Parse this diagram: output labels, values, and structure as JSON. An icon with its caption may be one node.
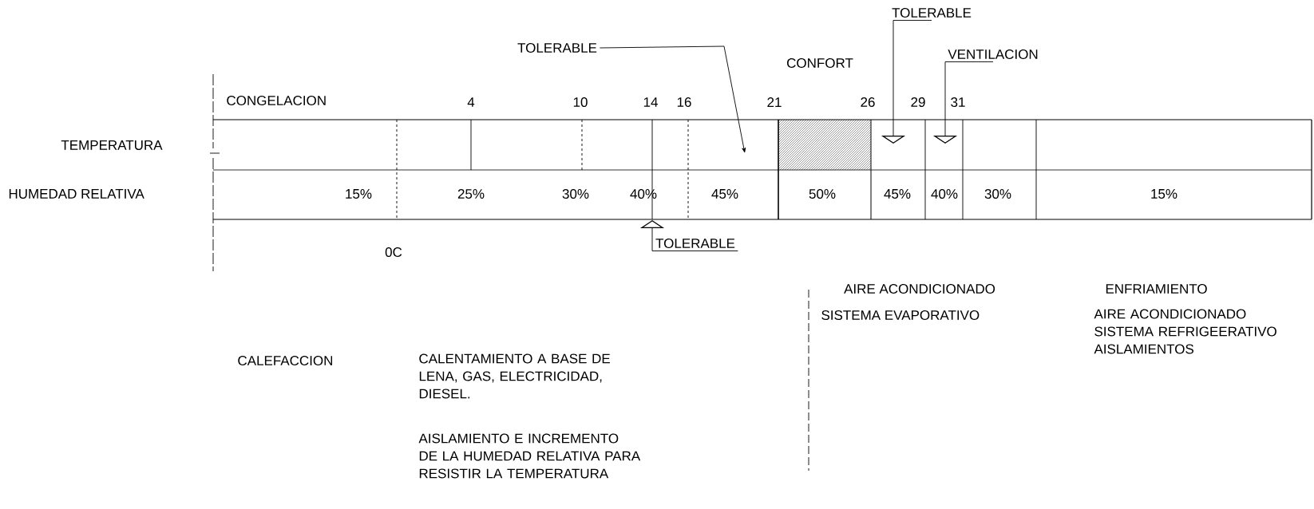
{
  "diagram": {
    "nodes": [
      {
        "text": [
          "TOLERABLE"
        ]
      },
      {
        "text": [
          "TOLERABLE"
        ]
      },
      {
        "text": [
          "VENTILACION"
        ]
      },
      {
        "text": [
          "TOLERABLE"
        ]
      }
    ],
    "edges": [
      {
        "from": 0,
        "to": null,
        "arrow": "to"
      },
      {
        "from": 1,
        "to": null,
        "arrow": "to"
      },
      {
        "from": 2,
        "to": null,
        "arrow": "to"
      },
      {
        "from": 3,
        "to": null,
        "arrow": "to"
      }
    ],
    "labels": [
      "CONFORT",
      "CONGELACION",
      "4",
      "10",
      "14",
      "16",
      "21",
      "26",
      "29",
      "31",
      "TEMPERATURA",
      "HUMEDAD RELATIVA",
      "15%",
      "25%",
      "30%",
      "40%",
      "45%",
      "50%",
      "45%",
      "40%",
      "30%",
      "15%",
      "0C",
      "AIRE ACONDICIONADO",
      "ENFRIAMIENTO",
      "SISTEMA EVAPORATIVO",
      "AIRE ACONDICIONADO SISTEMA REFRIGEERATIVO AISLAMIENTOS",
      "CALEFACCION",
      "CALENTAMIENTO A BASE DE LENA, GAS, ELECTRICIDAD, DIESEL.",
      "AISLAMIENTO E INCREMENTO DE LA HUMEDAD RELATIVA PARA RESISTIR LA TEMPERATURA"
    ]
  }
}
